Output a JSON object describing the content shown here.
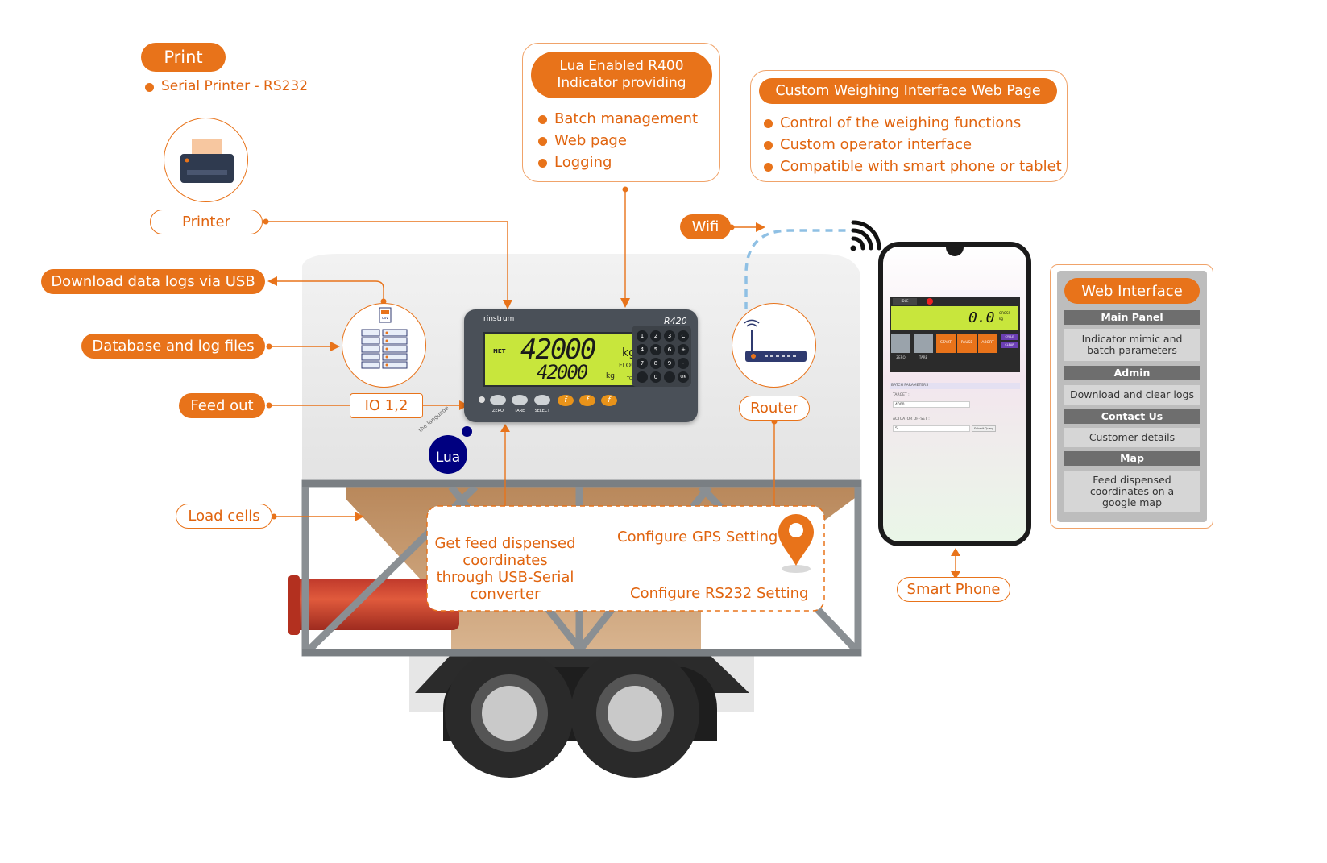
{
  "print": {
    "title": "Print",
    "item": "Serial Printer - RS232"
  },
  "lua_box": {
    "title": "Lua Enabled R400 Indicator providing",
    "items": [
      "Batch management",
      "Web page",
      "Logging"
    ]
  },
  "web_page_box": {
    "title": "Custom Weighing Interface Web Page",
    "items": [
      "Control of the weighing functions",
      "Custom operator interface",
      "Compatible with smart phone or tablet"
    ]
  },
  "labels": {
    "printer": "Printer",
    "download_logs": "Download data logs via USB",
    "database": "Database and log files",
    "feed_out": "Feed out",
    "io": "IO 1,2",
    "load_cells": "Load cells",
    "wifi": "Wifi",
    "router": "Router",
    "smart_phone": "Smart Phone",
    "csv": "csv"
  },
  "indicator": {
    "brand": "rinstrum",
    "model": "R420",
    "main_value": "42000",
    "main_unit": "kg",
    "sub_value": "42000",
    "sub_unit": "kg",
    "net": "NET",
    "floup": "FLOUP",
    "tot": "TOT",
    "buttons": [
      "ZERO",
      "TARE",
      "SELECT"
    ],
    "fn_label": "f",
    "keys": [
      "1",
      "2",
      "3",
      "C",
      "4",
      "5",
      "6",
      "+",
      "7",
      "8",
      "9",
      "-",
      "",
      "0",
      "",
      "OK"
    ]
  },
  "lua_logo": {
    "text": "Lua",
    "tagline": "the language"
  },
  "workflow": {
    "get_feed": "Get feed dispensed coordinates through USB-Serial converter",
    "gps": "Configure GPS Setting",
    "rs232": "Configure RS232 Setting"
  },
  "phone": {
    "display_value": "0.0",
    "gross": "GROSS",
    "unit": "kg",
    "buttons": [
      "ZERO",
      "TARE"
    ],
    "action_buttons": [
      "START",
      "PAUSE",
      "ABORT"
    ],
    "side_buttons": [
      "CYCLE",
      "CLEAR"
    ],
    "section": "BATCH PARAMETERS",
    "target_label": "TARGET :",
    "target_value": "4000",
    "offset_label": "ACTUATOR OFFSET :",
    "offset_value": "5",
    "submit": "Submit Query",
    "tab": "IDLE"
  },
  "web_interface": {
    "title": "Web Interface",
    "items": [
      {
        "label": "Main Panel",
        "header": true
      },
      {
        "label": "Indicator mimic and batch parameters",
        "header": false
      },
      {
        "label": "Admin",
        "header": true
      },
      {
        "label": "Download and clear logs",
        "header": false
      },
      {
        "label": "Contact Us",
        "header": true
      },
      {
        "label": "Customer details",
        "header": false
      },
      {
        "label": "Map",
        "header": true
      },
      {
        "label": "Feed dispensed coordinates on a google map",
        "header": false
      }
    ]
  },
  "colors": {
    "accent": "#e8731a",
    "lcd": "#c8e63c",
    "indicator_body": "#4a5058",
    "frame": "#8a8f93",
    "hopper": "#c79b6e"
  }
}
